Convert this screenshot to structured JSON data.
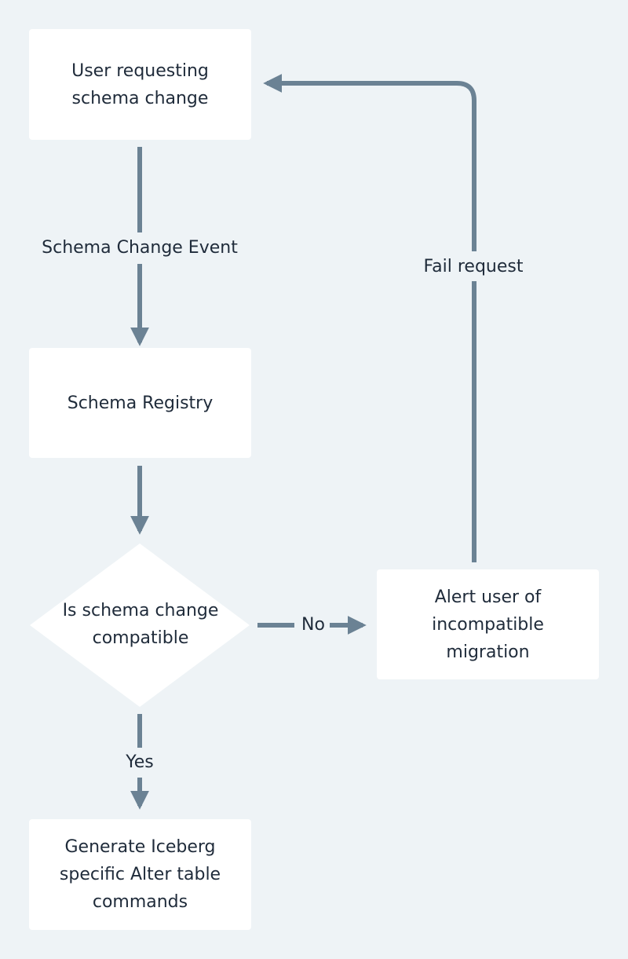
{
  "colors": {
    "background": "#eef3f6",
    "node_fill": "#ffffff",
    "connector": "#6b8294",
    "text": "#1f2b3a"
  },
  "nodes": {
    "user_request": "User requesting\nschema change",
    "schema_registry": "Schema Registry",
    "decision": "Is schema change\ncompatible",
    "alert_user": "Alert user of\nincompatible\nmigration",
    "generate_commands": "Generate Iceberg\nspecific Alter table\ncommands"
  },
  "edges": {
    "schema_change_event": "Schema Change Event",
    "fail_request": "Fail request",
    "no": "No",
    "yes": "Yes"
  }
}
